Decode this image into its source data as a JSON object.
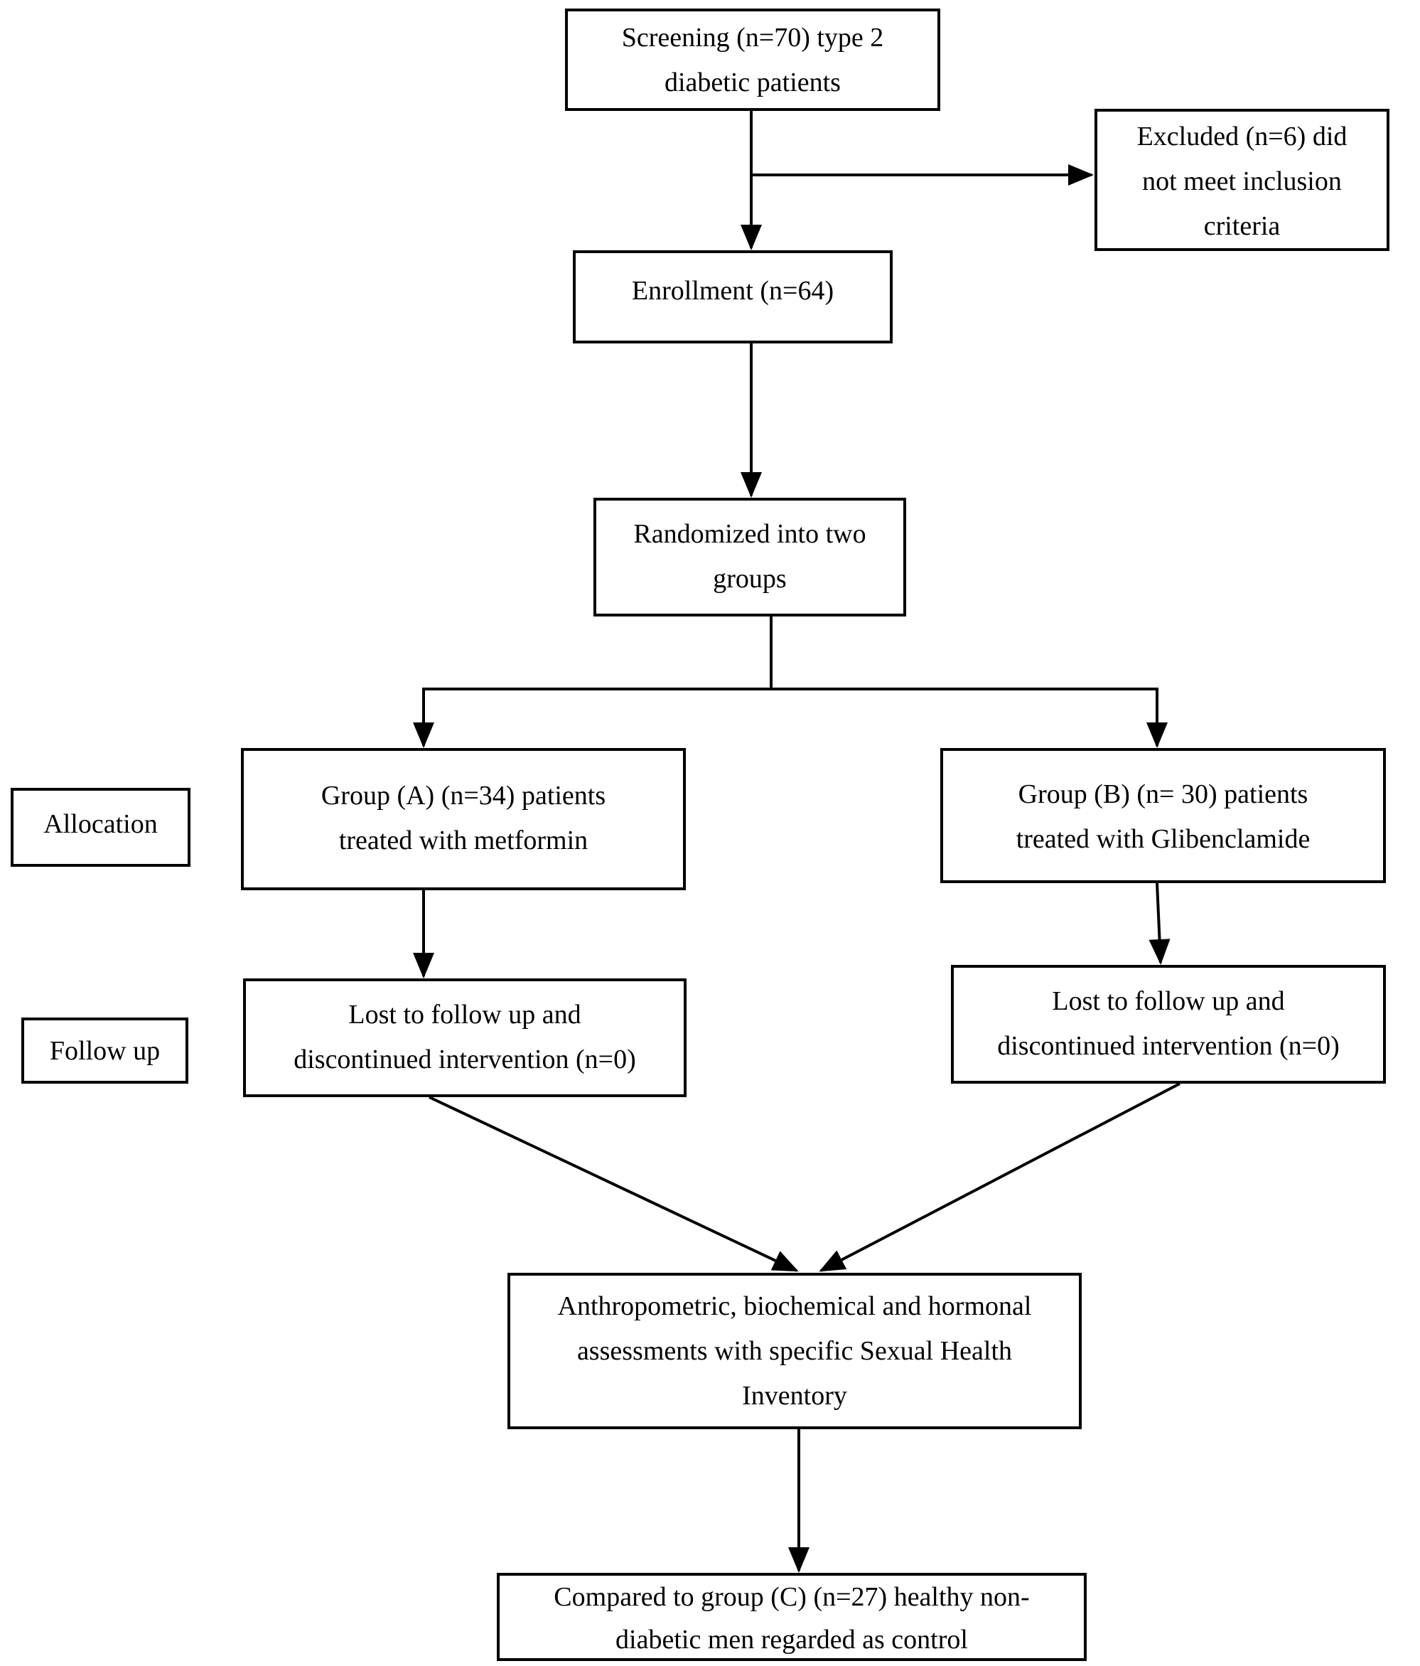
{
  "diagram": {
    "nodes": {
      "screening": {
        "label": "Screening (n=70) type 2\ndiabetic patients"
      },
      "excluded": {
        "label": "Excluded (n=6) did\nnot meet inclusion\ncriteria"
      },
      "enrollment": {
        "label": "Enrollment (n=64)"
      },
      "randomized": {
        "label": "Randomized into two\ngroups"
      },
      "group_a": {
        "label": "Group (A) (n=34) patients\ntreated with metformin"
      },
      "group_b": {
        "label": "Group (B) (n= 30) patients\ntreated with Glibenclamide"
      },
      "lost_a": {
        "label": "Lost to follow up and\ndiscontinued intervention (n=0)"
      },
      "lost_b": {
        "label": "Lost to follow up and\ndiscontinued intervention (n=0)"
      },
      "assessments": {
        "label": "Anthropometric, biochemical and hormonal\nassessments with specific Sexual Health\nInventory"
      },
      "control": {
        "label": "Compared to group (C) (n=27) healthy non-\ndiabetic men regarded as control"
      }
    },
    "stage_labels": {
      "allocation": "Allocation",
      "follow_up": "Follow up"
    },
    "edges": [
      {
        "from": "screening",
        "to": "excluded"
      },
      {
        "from": "screening",
        "to": "enrollment"
      },
      {
        "from": "enrollment",
        "to": "randomized"
      },
      {
        "from": "randomized",
        "to": "group_a"
      },
      {
        "from": "randomized",
        "to": "group_b"
      },
      {
        "from": "group_a",
        "to": "lost_a"
      },
      {
        "from": "group_b",
        "to": "lost_b"
      },
      {
        "from": "lost_a",
        "to": "assessments"
      },
      {
        "from": "lost_b",
        "to": "assessments"
      },
      {
        "from": "assessments",
        "to": "control"
      }
    ],
    "colors": {
      "background": "#ffffff",
      "line": "#000000",
      "text": "#000000"
    }
  }
}
